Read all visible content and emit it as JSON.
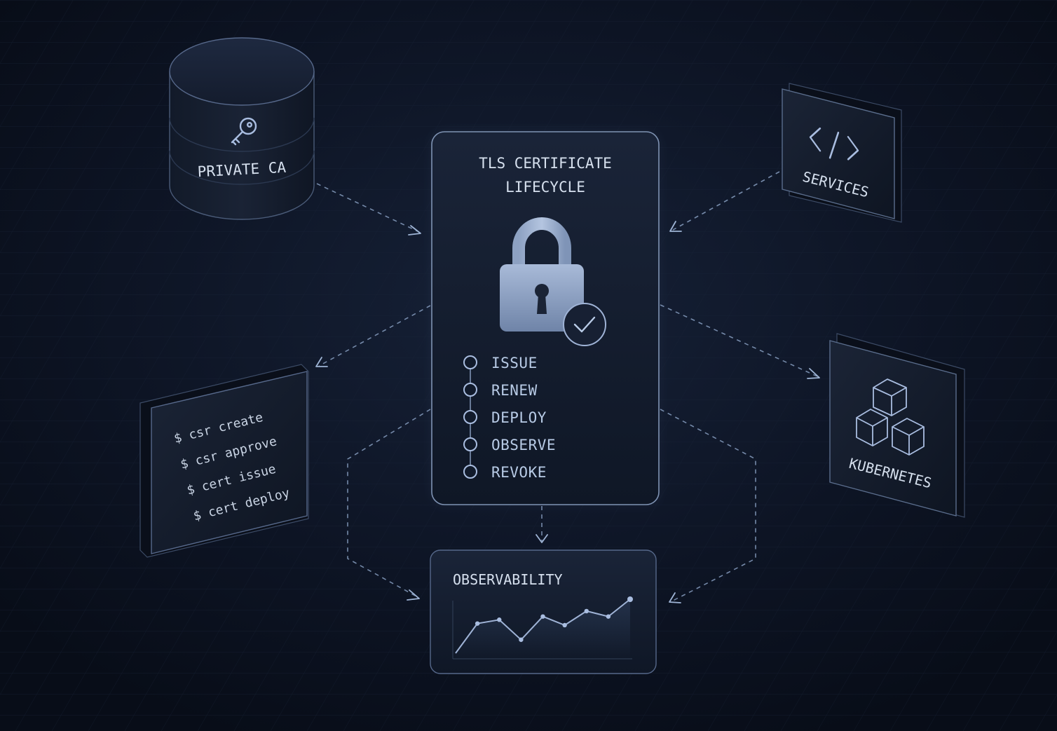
{
  "center_card": {
    "title_line1": "TLS CERTIFICATE",
    "title_line2": "LIFECYCLE",
    "steps": [
      "ISSUE",
      "RENEW",
      "DEPLOY",
      "OBSERVE",
      "REVOKE"
    ]
  },
  "nodes": {
    "private_ca": "PRIVATE CA",
    "services": "SERVICES",
    "kubernetes": "KUBERNETES",
    "observability": "OBSERVABILITY"
  },
  "terminal": {
    "lines": [
      "$ csr create",
      "$ csr approve",
      "$ cert issue",
      "$ cert deploy"
    ]
  },
  "sparkline": {
    "values": [
      0,
      0.55,
      0.62,
      0.25,
      0.68,
      0.52,
      0.78,
      0.68,
      1.0
    ]
  },
  "colors": {
    "background": "#0b1120",
    "accent": "#a9bde0",
    "card": "#111a2b"
  },
  "icons": {
    "private_ca": "key-icon",
    "center": "padlock-check-icon",
    "services": "code-brackets-icon",
    "kubernetes": "cubes-icon"
  }
}
